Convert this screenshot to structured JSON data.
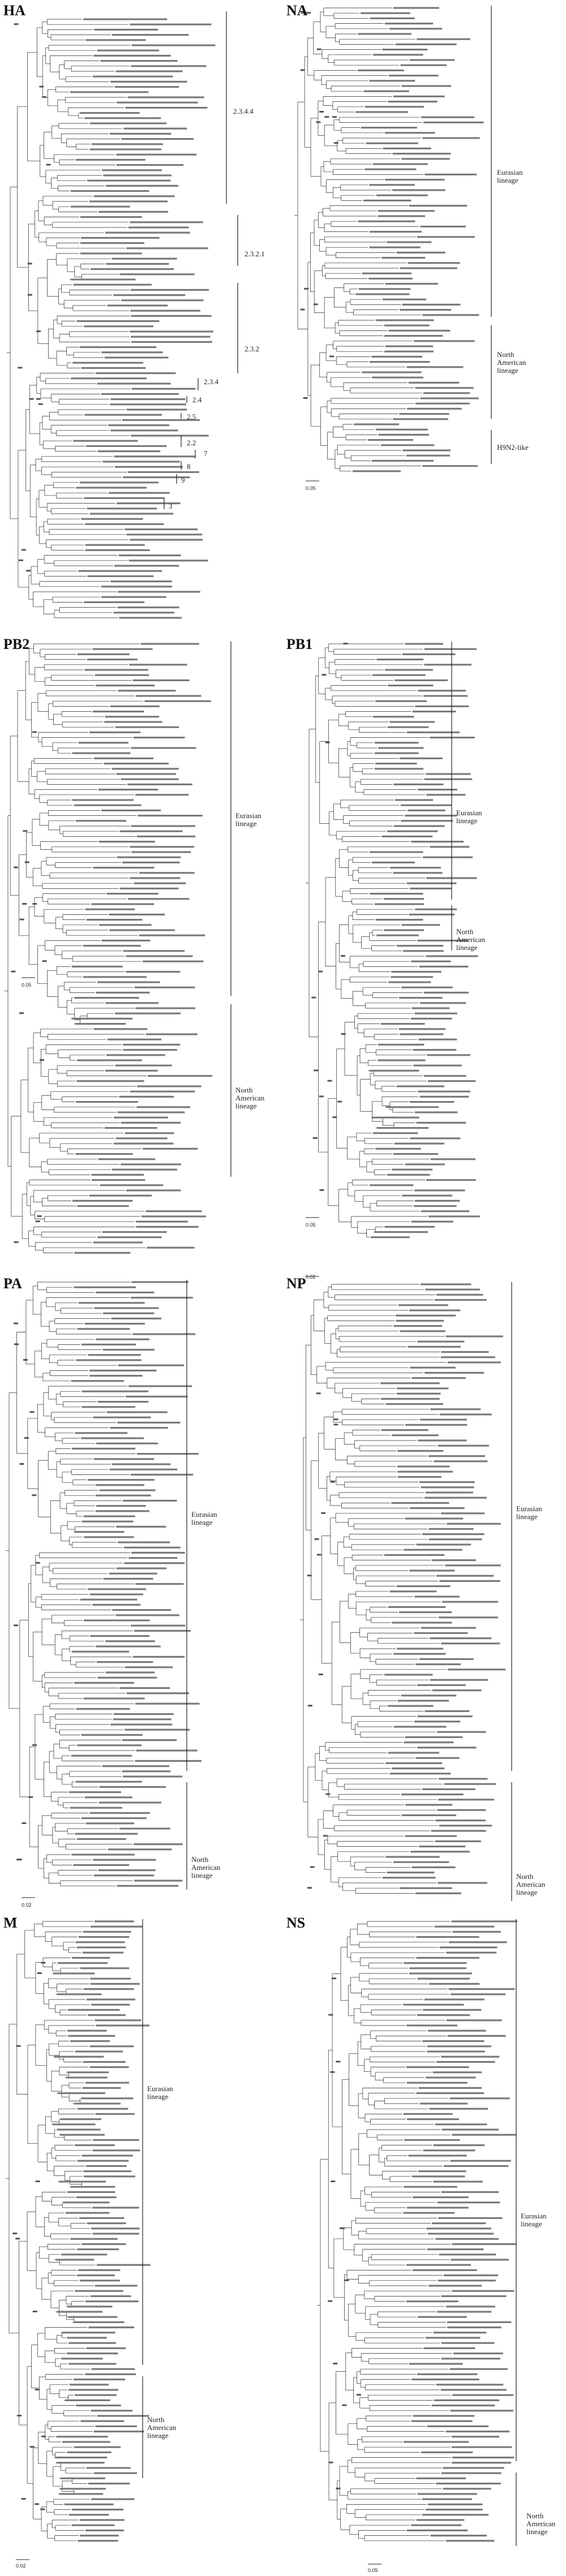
{
  "figure": {
    "panels": [
      {
        "id": "HA",
        "title": "HA",
        "clades": [
          {
            "label": "2.3.4.4"
          },
          {
            "label": "2.3.2.1"
          },
          {
            "label": "2.3.4"
          },
          {
            "label": "2.4"
          },
          {
            "label": "2.5"
          },
          {
            "label": "2.2"
          },
          {
            "label": "7"
          },
          {
            "label": "8"
          },
          {
            "label": "9"
          },
          {
            "label": "3"
          },
          {
            "label": "2.3.2"
          }
        ],
        "scale": ""
      },
      {
        "id": "NA",
        "title": "NA",
        "clades": [
          {
            "label": "Eurasian lineage"
          },
          {
            "label": "North American lineage"
          },
          {
            "label": "H9N2-like"
          }
        ],
        "scale": "0.05"
      },
      {
        "id": "PB2",
        "title": "PB2",
        "clades": [
          {
            "label": "Eurasian lineage"
          },
          {
            "label": "North American lineage"
          }
        ],
        "scale": "0.05"
      },
      {
        "id": "PB1",
        "title": "PB1",
        "clades": [
          {
            "label": "Eurasian lineage"
          },
          {
            "label": "North American lineage"
          }
        ],
        "scale": "0.05"
      },
      {
        "id": "PA",
        "title": "PA",
        "clades": [
          {
            "label": "Eurasian lineage"
          },
          {
            "label": "North American lineage"
          }
        ],
        "scale": "0.02"
      },
      {
        "id": "NP",
        "title": "NP",
        "clades": [
          {
            "label": "Eurasian lineage"
          },
          {
            "label": "North American lineage"
          }
        ],
        "scale": "0.02"
      },
      {
        "id": "M",
        "title": "M",
        "clades": [
          {
            "label": "Eurasian lineage"
          },
          {
            "label": "North American lineage"
          }
        ],
        "scale": "0.02"
      },
      {
        "id": "NS",
        "title": "NS",
        "clades": [
          {
            "label": "Eurasian lineage"
          },
          {
            "label": "North American lineage"
          }
        ],
        "scale": "0.05"
      }
    ]
  }
}
